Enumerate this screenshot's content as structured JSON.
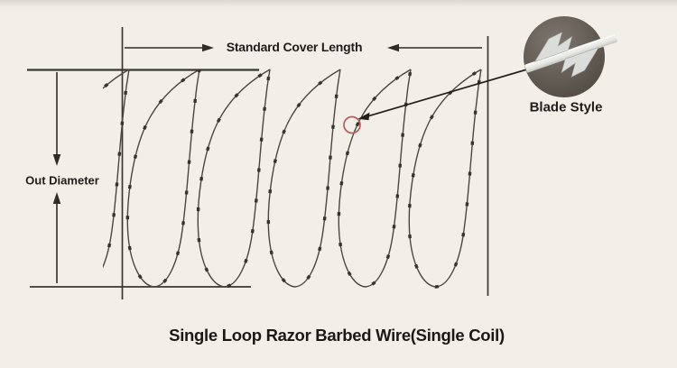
{
  "title": "Single Loop Razor Barbed Wire(Single Coil)",
  "labels": {
    "cover_length": "Standard Cover Length",
    "out_diameter": "Out Diameter",
    "blade_style": "Blade Style"
  },
  "coil": {
    "visible_loops": 6,
    "highlight_marker_color": "#b95b58"
  },
  "colors": {
    "background": "#f2efe9",
    "wire": "#4b463f",
    "barb": "#38332d",
    "dimension_lines": "#35322e",
    "text": "#201d1a",
    "blade_photo_background": "#5e584f",
    "blade_metal": "#e9eae6"
  }
}
